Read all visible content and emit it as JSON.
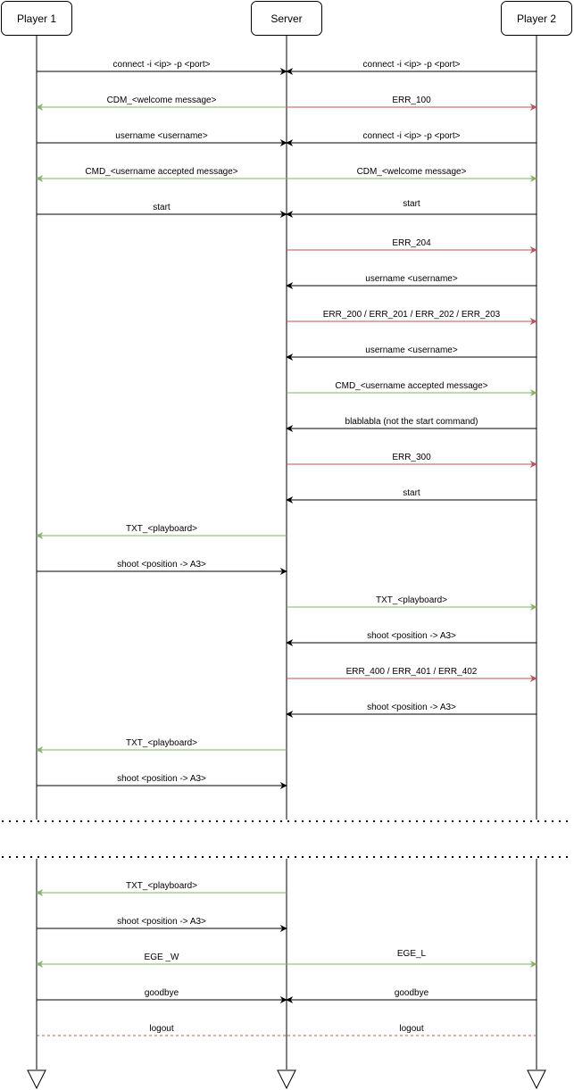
{
  "actors": [
    {
      "id": "p1",
      "label": "Player 1"
    },
    {
      "id": "srv",
      "label": "Server"
    },
    {
      "id": "p2",
      "label": "Player 2"
    }
  ],
  "colors": {
    "request": "#000000",
    "success": "#82b366",
    "error": "#b85450",
    "logout": "#b85450"
  },
  "messages": [
    {
      "from": "p1",
      "to": "srv",
      "label": "connect -i <ip> -p <port>",
      "kind": "request"
    },
    {
      "from": "p2",
      "to": "srv",
      "label": "connect -i <ip> -p <port>",
      "kind": "request"
    },
    {
      "from": "srv",
      "to": "p1",
      "label": "CDM_<welcome message>",
      "kind": "success"
    },
    {
      "from": "srv",
      "to": "p2",
      "label": "ERR_100",
      "kind": "error"
    },
    {
      "from": "p1",
      "to": "srv",
      "label": "username <username>",
      "kind": "request"
    },
    {
      "from": "p2",
      "to": "srv",
      "label": "connect -i <ip> -p <port>",
      "kind": "request"
    },
    {
      "from": "srv",
      "to": "p1",
      "label": "CMD_<username accepted message>",
      "kind": "success"
    },
    {
      "from": "srv",
      "to": "p2",
      "label": "CDM_<welcome message>",
      "kind": "success"
    },
    {
      "from": "p1",
      "to": "srv",
      "label": "start",
      "kind": "request"
    },
    {
      "from": "p2",
      "to": "srv",
      "label": "start",
      "kind": "request"
    },
    {
      "from": "srv",
      "to": "p2",
      "label": "ERR_204",
      "kind": "error"
    },
    {
      "from": "p2",
      "to": "srv",
      "label": "username <username>",
      "kind": "request"
    },
    {
      "from": "srv",
      "to": "p2",
      "label": "ERR_200 / ERR_201 / ERR_202 / ERR_203",
      "kind": "error"
    },
    {
      "from": "p2",
      "to": "srv",
      "label": "username <username>",
      "kind": "request"
    },
    {
      "from": "srv",
      "to": "p2",
      "label": "CMD_<username accepted message>",
      "kind": "success"
    },
    {
      "from": "p2",
      "to": "srv",
      "label": "blablabla (not the start command)",
      "kind": "request"
    },
    {
      "from": "srv",
      "to": "p2",
      "label": "ERR_300",
      "kind": "error"
    },
    {
      "from": "p2",
      "to": "srv",
      "label": "start",
      "kind": "request"
    },
    {
      "from": "srv",
      "to": "p1",
      "label": "TXT_<playboard>",
      "kind": "success"
    },
    {
      "from": "p1",
      "to": "srv",
      "label": "shoot <position -> A3>",
      "kind": "request"
    },
    {
      "from": "srv",
      "to": "p2",
      "label": "TXT_<playboard>",
      "kind": "success"
    },
    {
      "from": "p2",
      "to": "srv",
      "label": "shoot <position -> A3>",
      "kind": "request"
    },
    {
      "from": "srv",
      "to": "p2",
      "label": "ERR_400 / ERR_401 / ERR_402",
      "kind": "error"
    },
    {
      "from": "p2",
      "to": "srv",
      "label": "shoot <position -> A3>",
      "kind": "request"
    },
    {
      "from": "srv",
      "to": "p1",
      "label": "TXT_<playboard>",
      "kind": "success"
    },
    {
      "from": "p1",
      "to": "srv",
      "label": "shoot <position -> A3>",
      "kind": "request"
    },
    {
      "from": "srv",
      "to": "p1",
      "label": "TXT_<playboard>",
      "kind": "success"
    },
    {
      "from": "p1",
      "to": "srv",
      "label": "shoot <position -> A3>",
      "kind": "request"
    },
    {
      "from": "srv",
      "to": "p1",
      "label": "EGE _W",
      "kind": "success"
    },
    {
      "from": "srv",
      "to": "p2",
      "label": "EGE_L",
      "kind": "success"
    },
    {
      "from": "p1",
      "to": "srv",
      "label": "goodbye",
      "kind": "request"
    },
    {
      "from": "p2",
      "to": "srv",
      "label": "goodbye",
      "kind": "request"
    },
    {
      "from": "p1",
      "to": "srv",
      "label": "logout",
      "kind": "logout"
    },
    {
      "from": "p2",
      "to": "srv",
      "label": "logout",
      "kind": "logout"
    }
  ]
}
